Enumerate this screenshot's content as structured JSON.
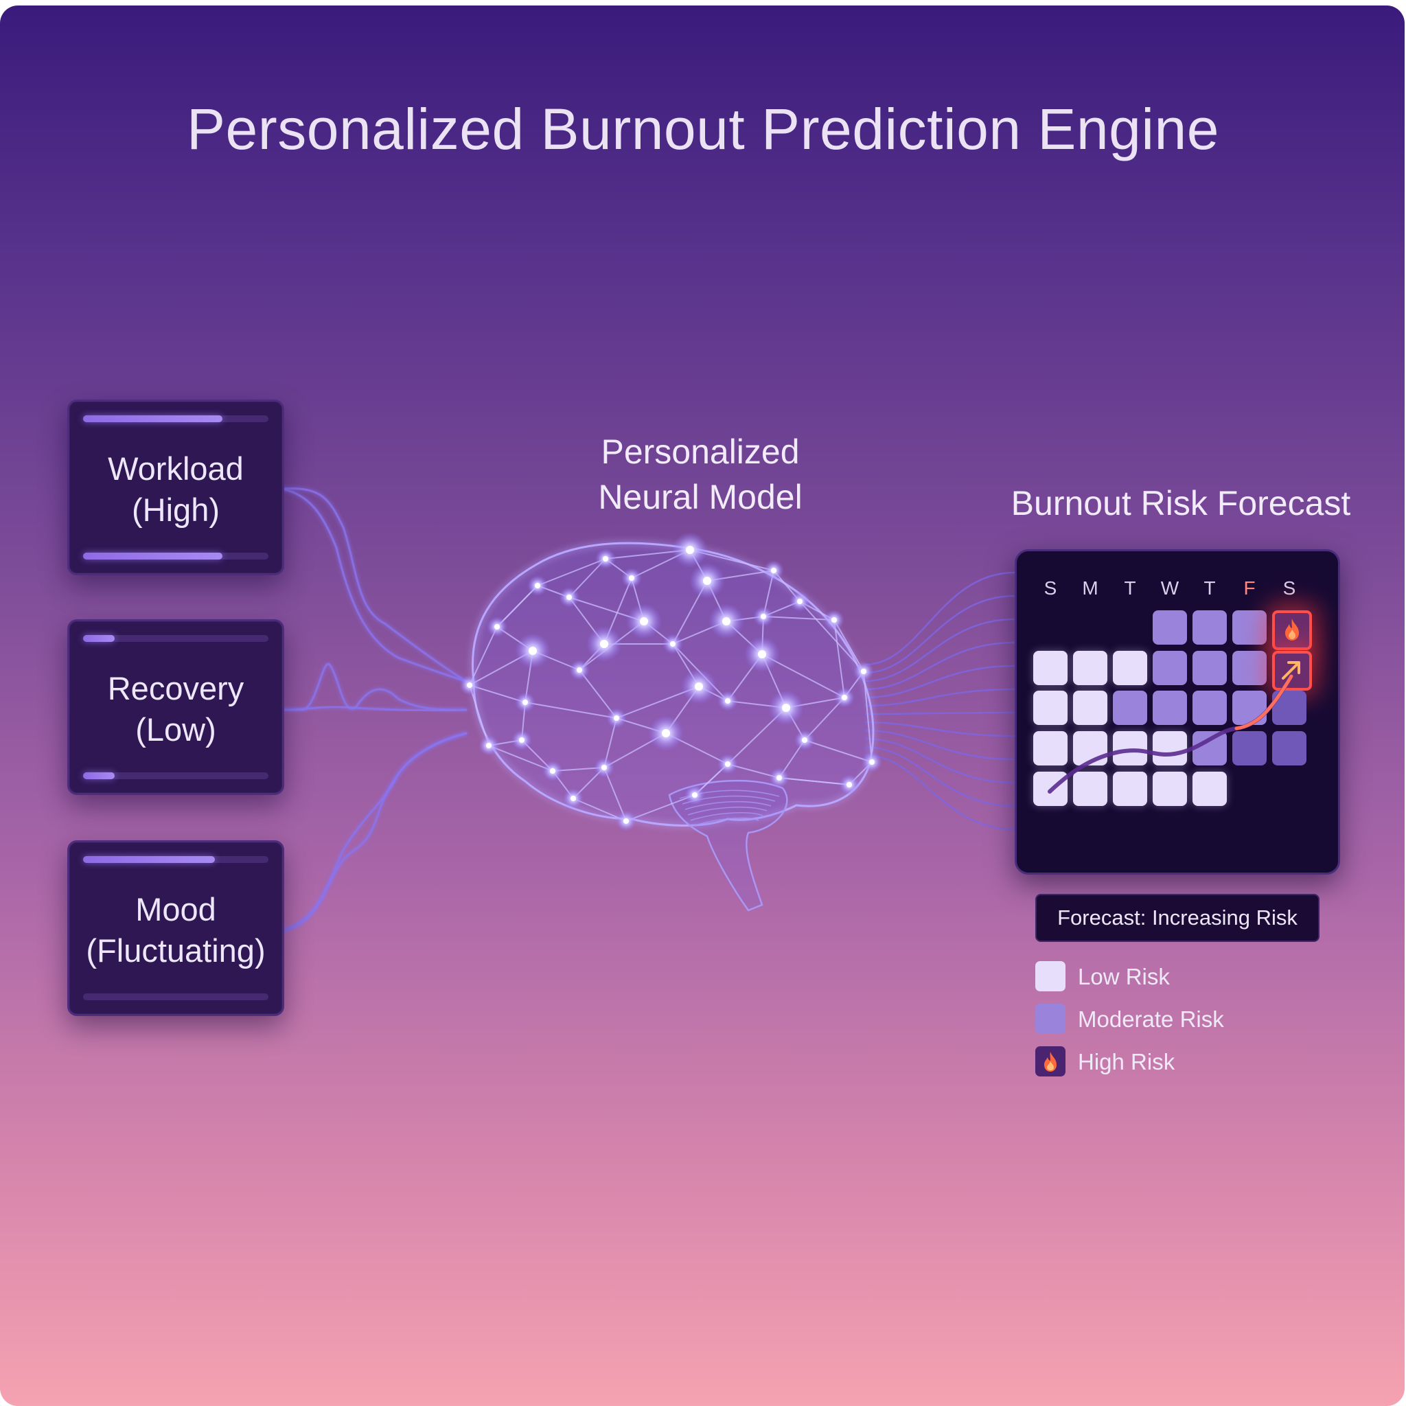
{
  "title": "Personalized Burnout Prediction Engine",
  "inputs": [
    {
      "line1": "Workload",
      "line2": "(High)",
      "level": 0.75
    },
    {
      "line1": "Recovery",
      "line2": "(Low)",
      "level": 0.17
    },
    {
      "line1": "Mood",
      "line2": "(Fluctuating)",
      "level": 0.71
    }
  ],
  "model": {
    "line1": "Personalized",
    "line2": "Neural Model"
  },
  "forecast": {
    "title": "Burnout Risk Forecast",
    "days": [
      "S",
      "M",
      "T",
      "W",
      "T",
      "F",
      "S"
    ],
    "calendar": [
      [
        "empty",
        "empty",
        "empty",
        "moderate",
        "moderate",
        "moderate",
        "high"
      ],
      [
        "low",
        "low",
        "low",
        "moderate",
        "moderate",
        "moderate",
        "high"
      ],
      [
        "low",
        "low",
        "moderate",
        "moderate",
        "moderate",
        "moderate",
        "moderate-dark"
      ],
      [
        "low",
        "low",
        "low",
        "low",
        "moderate",
        "moderate-dark",
        "moderate-dark"
      ],
      [
        "low",
        "low",
        "low",
        "low",
        "low",
        "empty",
        "empty"
      ]
    ],
    "status": "Forecast: Increasing Risk"
  },
  "legend": [
    {
      "label": "Low Risk",
      "level": "low",
      "color": "#e6defb"
    },
    {
      "label": "Moderate Risk",
      "level": "moderate",
      "color": "#9a84db"
    },
    {
      "label": "High Risk",
      "level": "high",
      "color": "#4a2470",
      "icon": "flame-icon"
    }
  ],
  "colors": {
    "accent": "#8f6ae6",
    "high_risk": "#ff4f4a",
    "panel": "#2e1753"
  }
}
